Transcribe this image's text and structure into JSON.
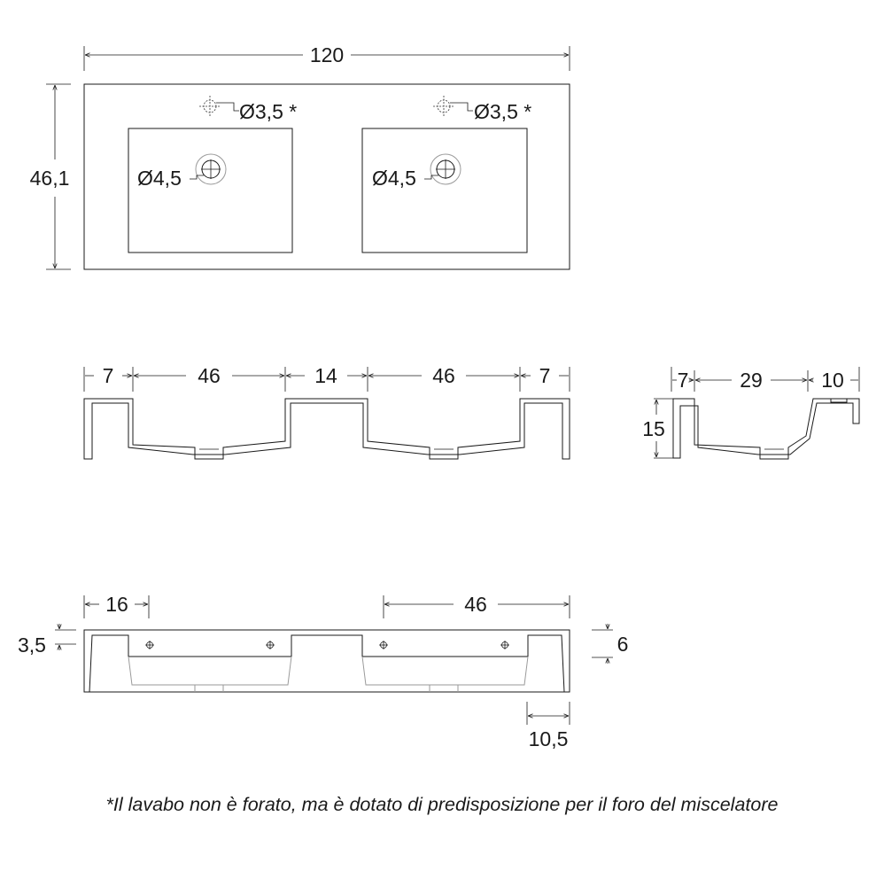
{
  "top_view": {
    "overall_width": "120",
    "overall_depth": "46,1",
    "tap_hole_left": "Ø3,5 *",
    "tap_hole_right": "Ø3,5 *",
    "drain_left": "Ø4,5",
    "drain_right": "Ø4,5"
  },
  "front_section": {
    "dims": [
      "7",
      "46",
      "14",
      "46",
      "7"
    ]
  },
  "side_section": {
    "dims": [
      "7",
      "29",
      "10"
    ],
    "height": "15"
  },
  "front_view": {
    "left_offset": "16",
    "right_basin": "46",
    "top_thickness": "3,5",
    "right_thickness": "6",
    "right_edge": "10,5"
  },
  "note": "*Il lavabo non è forato, ma è dotato di predisposizione per il foro del miscelatore"
}
